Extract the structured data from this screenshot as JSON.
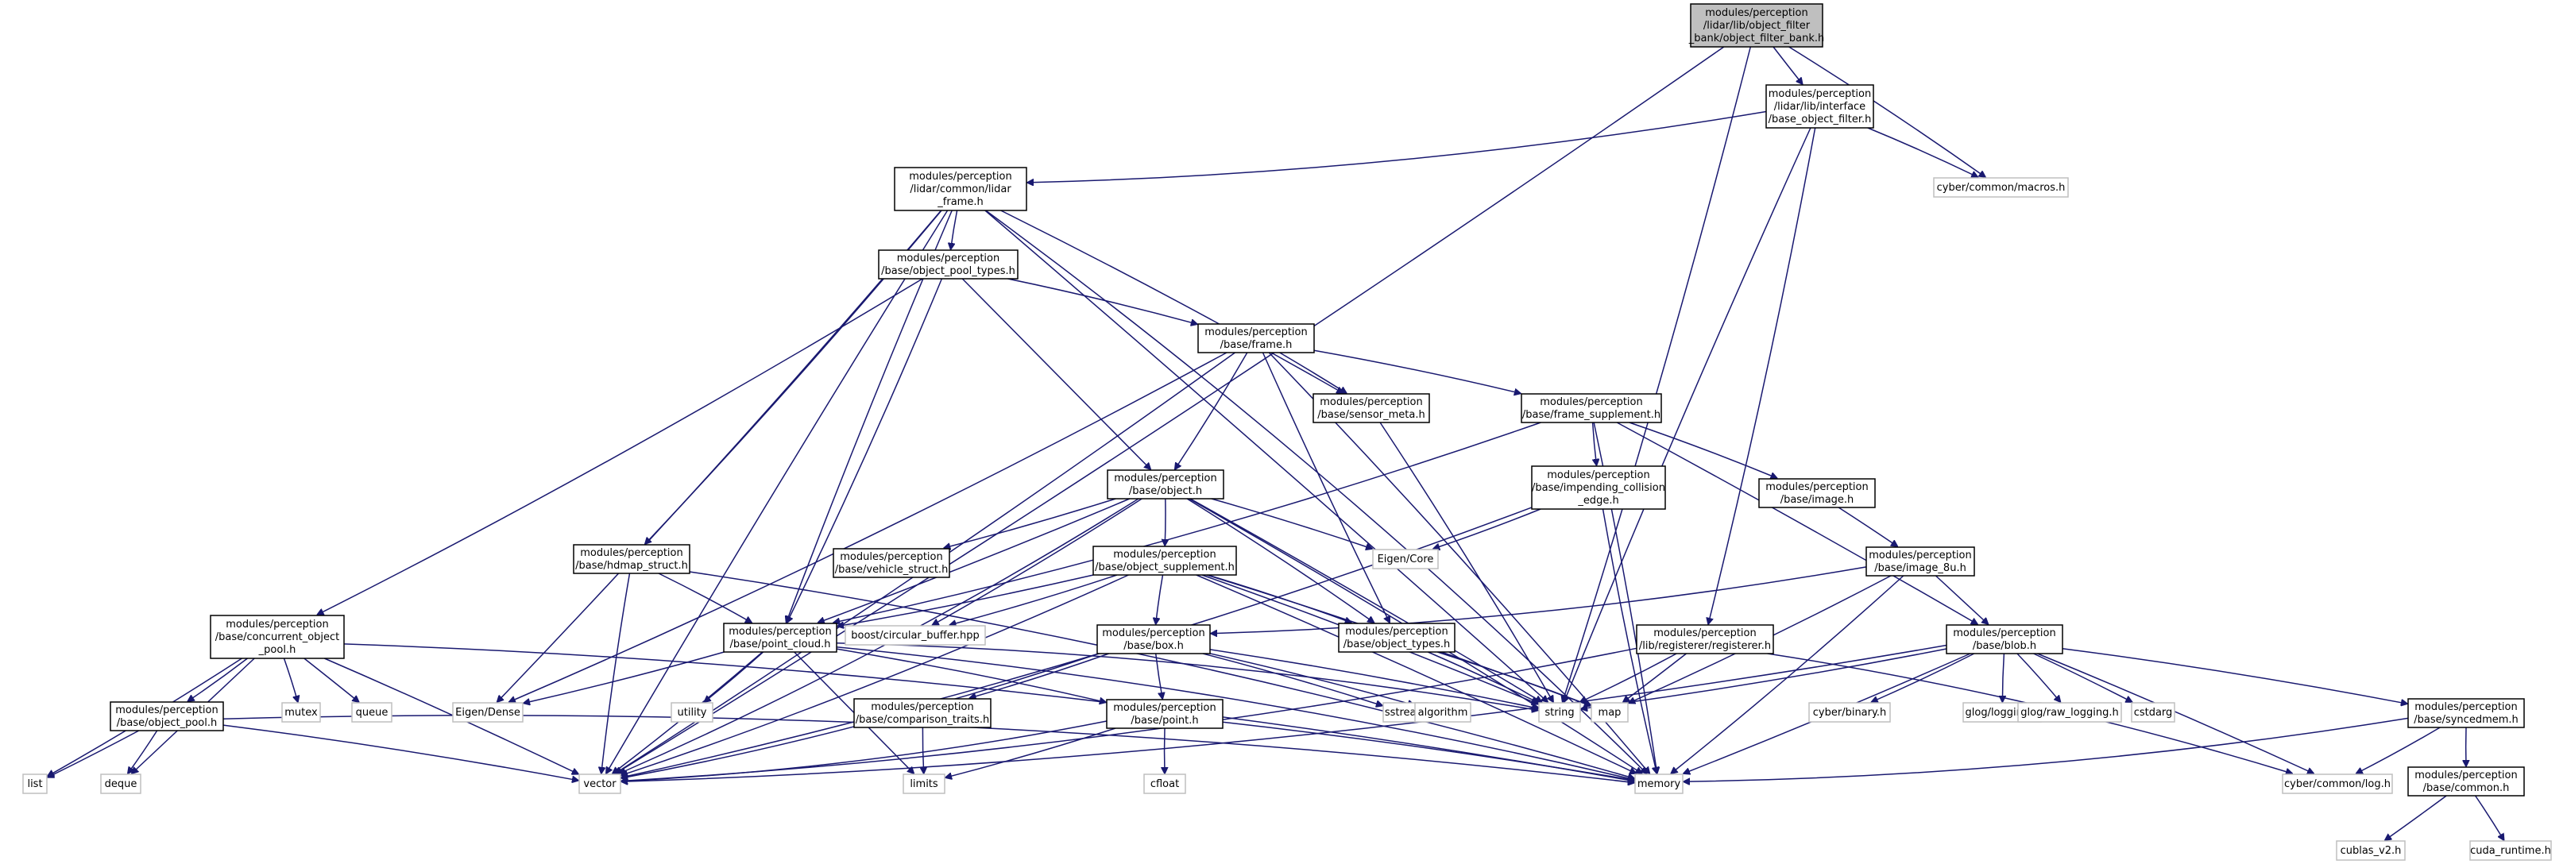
{
  "title": "",
  "nodes": [
    {
      "id": "root",
      "lines": [
        "modules/perception",
        "/lidar/lib/object_filter",
        "_bank/object_filter_bank.h"
      ],
      "kind": "root"
    },
    {
      "id": "vector",
      "lines": [
        "vector"
      ],
      "kind": "ext"
    },
    {
      "id": "string",
      "lines": [
        "string"
      ],
      "kind": "ext"
    },
    {
      "id": "bof",
      "lines": [
        "modules/perception",
        "/lidar/lib/interface",
        "/base_object_filter.h"
      ],
      "kind": "local"
    },
    {
      "id": "macros",
      "lines": [
        "cyber/common/macros.h"
      ],
      "kind": "ext"
    },
    {
      "id": "lidarframe",
      "lines": [
        "modules/perception",
        "/lidar/common/lidar",
        "_frame.h"
      ],
      "kind": "local"
    },
    {
      "id": "registerer",
      "lines": [
        "modules/perception",
        "/lib/registerer/registerer.h"
      ],
      "kind": "local"
    },
    {
      "id": "memory",
      "lines": [
        "memory"
      ],
      "kind": "ext"
    },
    {
      "id": "eigendense",
      "lines": [
        "Eigen/Dense"
      ],
      "kind": "ext"
    },
    {
      "id": "objpooltypes",
      "lines": [
        "modules/perception",
        "/base/object_pool_types.h"
      ],
      "kind": "local"
    },
    {
      "id": "hdmap",
      "lines": [
        "modules/perception",
        "/base/hdmap_struct.h"
      ],
      "kind": "local"
    },
    {
      "id": "pointcloud",
      "lines": [
        "modules/perception",
        "/base/point_cloud.h"
      ],
      "kind": "local"
    },
    {
      "id": "sensormeta",
      "lines": [
        "modules/perception",
        "/base/sensor_meta.h"
      ],
      "kind": "local"
    },
    {
      "id": "concpool",
      "lines": [
        "modules/perception",
        "/base/concurrent_object",
        "_pool.h"
      ],
      "kind": "local"
    },
    {
      "id": "frame",
      "lines": [
        "modules/perception",
        "/base/frame.h"
      ],
      "kind": "local"
    },
    {
      "id": "object",
      "lines": [
        "modules/perception",
        "/base/object.h"
      ],
      "kind": "local"
    },
    {
      "id": "objpool",
      "lines": [
        "modules/perception",
        "/base/object_pool.h"
      ],
      "kind": "local"
    },
    {
      "id": "list",
      "lines": [
        "list"
      ],
      "kind": "ext"
    },
    {
      "id": "deque",
      "lines": [
        "deque"
      ],
      "kind": "ext"
    },
    {
      "id": "mutex",
      "lines": [
        "mutex"
      ],
      "kind": "ext"
    },
    {
      "id": "queue",
      "lines": [
        "queue"
      ],
      "kind": "ext"
    },
    {
      "id": "framesupp",
      "lines": [
        "modules/perception",
        "/base/frame_supplement.h"
      ],
      "kind": "local"
    },
    {
      "id": "impcoll",
      "lines": [
        "modules/perception",
        "/base/impending_collision",
        "_edge.h"
      ],
      "kind": "local"
    },
    {
      "id": "image",
      "lines": [
        "modules/perception",
        "/base/image.h"
      ],
      "kind": "local"
    },
    {
      "id": "image8u",
      "lines": [
        "modules/perception",
        "/base/image_8u.h"
      ],
      "kind": "local"
    },
    {
      "id": "blob",
      "lines": [
        "modules/perception",
        "/base/blob.h"
      ],
      "kind": "local"
    },
    {
      "id": "map",
      "lines": [
        "map"
      ],
      "kind": "ext"
    },
    {
      "id": "vehicle",
      "lines": [
        "modules/perception",
        "/base/vehicle_struct.h"
      ],
      "kind": "local"
    },
    {
      "id": "objsupp",
      "lines": [
        "modules/perception",
        "/base/object_supplement.h"
      ],
      "kind": "local"
    },
    {
      "id": "boostcb",
      "lines": [
        "boost/circular_buffer.hpp"
      ],
      "kind": "ext"
    },
    {
      "id": "eigencore",
      "lines": [
        "Eigen/Core"
      ],
      "kind": "ext"
    },
    {
      "id": "objtypes",
      "lines": [
        "modules/perception",
        "/base/object_types.h"
      ],
      "kind": "local"
    },
    {
      "id": "box",
      "lines": [
        "modules/perception",
        "/base/box.h"
      ],
      "kind": "local"
    },
    {
      "id": "sstream",
      "lines": [
        "sstream"
      ],
      "kind": "ext"
    },
    {
      "id": "algorithm",
      "lines": [
        "algorithm"
      ],
      "kind": "ext"
    },
    {
      "id": "comptraits",
      "lines": [
        "modules/perception",
        "/base/comparison_traits.h"
      ],
      "kind": "local"
    },
    {
      "id": "point",
      "lines": [
        "modules/perception",
        "/base/point.h"
      ],
      "kind": "local"
    },
    {
      "id": "limits",
      "lines": [
        "limits"
      ],
      "kind": "ext"
    },
    {
      "id": "cfloat",
      "lines": [
        "cfloat"
      ],
      "kind": "ext"
    },
    {
      "id": "utility",
      "lines": [
        "utility"
      ],
      "kind": "ext"
    },
    {
      "id": "cyberbinary",
      "lines": [
        "cyber/binary.h"
      ],
      "kind": "ext"
    },
    {
      "id": "glog",
      "lines": [
        "glog/logging.h"
      ],
      "kind": "ext"
    },
    {
      "id": "rawlog",
      "lines": [
        "glog/raw_logging.h"
      ],
      "kind": "ext"
    },
    {
      "id": "cstdarg",
      "lines": [
        "cstdarg"
      ],
      "kind": "ext"
    },
    {
      "id": "syncedmem",
      "lines": [
        "modules/perception",
        "/base/syncedmem.h"
      ],
      "kind": "local"
    },
    {
      "id": "cyberlog",
      "lines": [
        "cyber/common/log.h"
      ],
      "kind": "ext"
    },
    {
      "id": "common",
      "lines": [
        "modules/perception",
        "/base/common.h"
      ],
      "kind": "local"
    },
    {
      "id": "cublas",
      "lines": [
        "cublas_v2.h"
      ],
      "kind": "ext"
    },
    {
      "id": "cudart",
      "lines": [
        "cuda_runtime.h"
      ],
      "kind": "ext"
    }
  ],
  "edges": [
    [
      "root",
      "vector"
    ],
    [
      "root",
      "string"
    ],
    [
      "root",
      "bof"
    ],
    [
      "root",
      "macros"
    ],
    [
      "bof",
      "lidarframe"
    ],
    [
      "bof",
      "macros"
    ],
    [
      "bof",
      "string"
    ],
    [
      "bof",
      "registerer"
    ],
    [
      "lidarframe",
      "vector"
    ],
    [
      "lidarframe",
      "memory"
    ],
    [
      "lidarframe",
      "string"
    ],
    [
      "lidarframe",
      "eigendense"
    ],
    [
      "lidarframe",
      "objpooltypes"
    ],
    [
      "lidarframe",
      "hdmap"
    ],
    [
      "lidarframe",
      "pointcloud"
    ],
    [
      "lidarframe",
      "sensormeta"
    ],
    [
      "objpooltypes",
      "concpool"
    ],
    [
      "objpooltypes",
      "frame"
    ],
    [
      "objpooltypes",
      "object"
    ],
    [
      "objpooltypes",
      "pointcloud"
    ],
    [
      "frame",
      "vector"
    ],
    [
      "frame",
      "memory"
    ],
    [
      "frame",
      "eigendense"
    ],
    [
      "frame",
      "object"
    ],
    [
      "frame",
      "sensormeta"
    ],
    [
      "frame",
      "framesupp"
    ],
    [
      "frame",
      "objtypes"
    ],
    [
      "sensormeta",
      "string"
    ],
    [
      "framesupp",
      "pointcloud"
    ],
    [
      "framesupp",
      "memory"
    ],
    [
      "framesupp",
      "impcoll"
    ],
    [
      "framesupp",
      "image"
    ],
    [
      "framesupp",
      "blob"
    ],
    [
      "impcoll",
      "vector"
    ],
    [
      "impcoll",
      "memory"
    ],
    [
      "impcoll",
      "eigencore"
    ],
    [
      "image",
      "image8u"
    ],
    [
      "image8u",
      "memory"
    ],
    [
      "image8u",
      "box"
    ],
    [
      "image8u",
      "map"
    ],
    [
      "image8u",
      "blob"
    ],
    [
      "object",
      "vector"
    ],
    [
      "object",
      "eigencore"
    ],
    [
      "object",
      "boostcb"
    ],
    [
      "object",
      "vehicle"
    ],
    [
      "object",
      "objsupp"
    ],
    [
      "object",
      "pointcloud"
    ],
    [
      "object",
      "objtypes"
    ],
    [
      "object",
      "string"
    ],
    [
      "object",
      "memory"
    ],
    [
      "objsupp",
      "vector"
    ],
    [
      "objsupp",
      "boostcb"
    ],
    [
      "objsupp",
      "pointcloud"
    ],
    [
      "objsupp",
      "objtypes"
    ],
    [
      "objsupp",
      "box"
    ],
    [
      "objsupp",
      "string"
    ],
    [
      "objsupp",
      "memory"
    ],
    [
      "objsupp",
      "map"
    ],
    [
      "objtypes",
      "string"
    ],
    [
      "objtypes",
      "map"
    ],
    [
      "hdmap",
      "vector"
    ],
    [
      "hdmap",
      "pointcloud"
    ],
    [
      "hdmap",
      "memory"
    ],
    [
      "pointcloud",
      "vector"
    ],
    [
      "pointcloud",
      "eigendense"
    ],
    [
      "pointcloud",
      "utility"
    ],
    [
      "pointcloud",
      "limits"
    ],
    [
      "pointcloud",
      "point"
    ],
    [
      "pointcloud",
      "memory"
    ],
    [
      "pointcloud",
      "string"
    ],
    [
      "box",
      "string"
    ],
    [
      "box",
      "sstream"
    ],
    [
      "box",
      "algorithm"
    ],
    [
      "box",
      "comptraits"
    ],
    [
      "box",
      "point"
    ],
    [
      "box",
      "vector"
    ],
    [
      "comptraits",
      "limits"
    ],
    [
      "point",
      "vector"
    ],
    [
      "point",
      "memory"
    ],
    [
      "point",
      "limits"
    ],
    [
      "point",
      "cfloat"
    ],
    [
      "concpool",
      "list"
    ],
    [
      "concpool",
      "deque"
    ],
    [
      "concpool",
      "mutex"
    ],
    [
      "concpool",
      "queue"
    ],
    [
      "concpool",
      "objpool"
    ],
    [
      "concpool",
      "vector"
    ],
    [
      "concpool",
      "memory"
    ],
    [
      "objpool",
      "list"
    ],
    [
      "objpool",
      "deque"
    ],
    [
      "objpool",
      "vector"
    ],
    [
      "objpool",
      "memory"
    ],
    [
      "registerer",
      "vector"
    ],
    [
      "registerer",
      "string"
    ],
    [
      "registerer",
      "map"
    ],
    [
      "registerer",
      "cyberlog"
    ],
    [
      "blob",
      "vector"
    ],
    [
      "blob",
      "string"
    ],
    [
      "blob",
      "memory"
    ],
    [
      "blob",
      "cyberbinary"
    ],
    [
      "blob",
      "glog"
    ],
    [
      "blob",
      "rawlog"
    ],
    [
      "blob",
      "cstdarg"
    ],
    [
      "blob",
      "syncedmem"
    ],
    [
      "blob",
      "cyberlog"
    ],
    [
      "syncedmem",
      "cyberlog"
    ],
    [
      "syncedmem",
      "common"
    ],
    [
      "syncedmem",
      "memory"
    ],
    [
      "common",
      "cublas"
    ],
    [
      "common",
      "cudart"
    ]
  ]
}
